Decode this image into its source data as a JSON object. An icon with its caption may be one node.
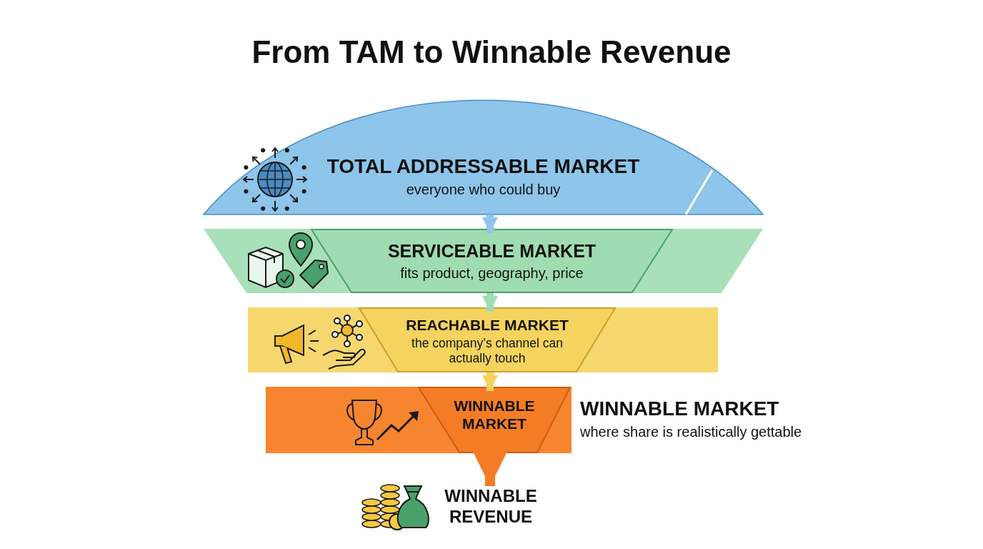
{
  "diagram": {
    "title": "From TAM to Winnable Revenue",
    "nodes": [
      {
        "text": [
          "TOTAL ADDRESSABLE MARKET",
          "everyone who could buy"
        ]
      },
      {
        "text": [
          "SERVICEABLE MARKET",
          "fits product, geography, price"
        ]
      },
      {
        "text": [
          "REACHABLE MARKET",
          "the company’s channel can actually touch"
        ]
      },
      {
        "text": [
          "WINNABLE MARKET"
        ],
        "beside": [
          "WINNABLE MARKET",
          "where share is realistically gettable"
        ]
      },
      {
        "text": [
          "WINNABLE REVENUE"
        ]
      }
    ],
    "edges": [
      {
        "from": 0,
        "to": 1,
        "arrow": "to",
        "color": "#8ec5ea"
      },
      {
        "from": 1,
        "to": 2,
        "arrow": "to",
        "color": "#9fdcb1"
      },
      {
        "from": 2,
        "to": 3,
        "arrow": "to",
        "color": "#f4d35e"
      },
      {
        "from": 3,
        "to": 4,
        "arrow": "to",
        "color": "#f47c25"
      }
    ]
  }
}
